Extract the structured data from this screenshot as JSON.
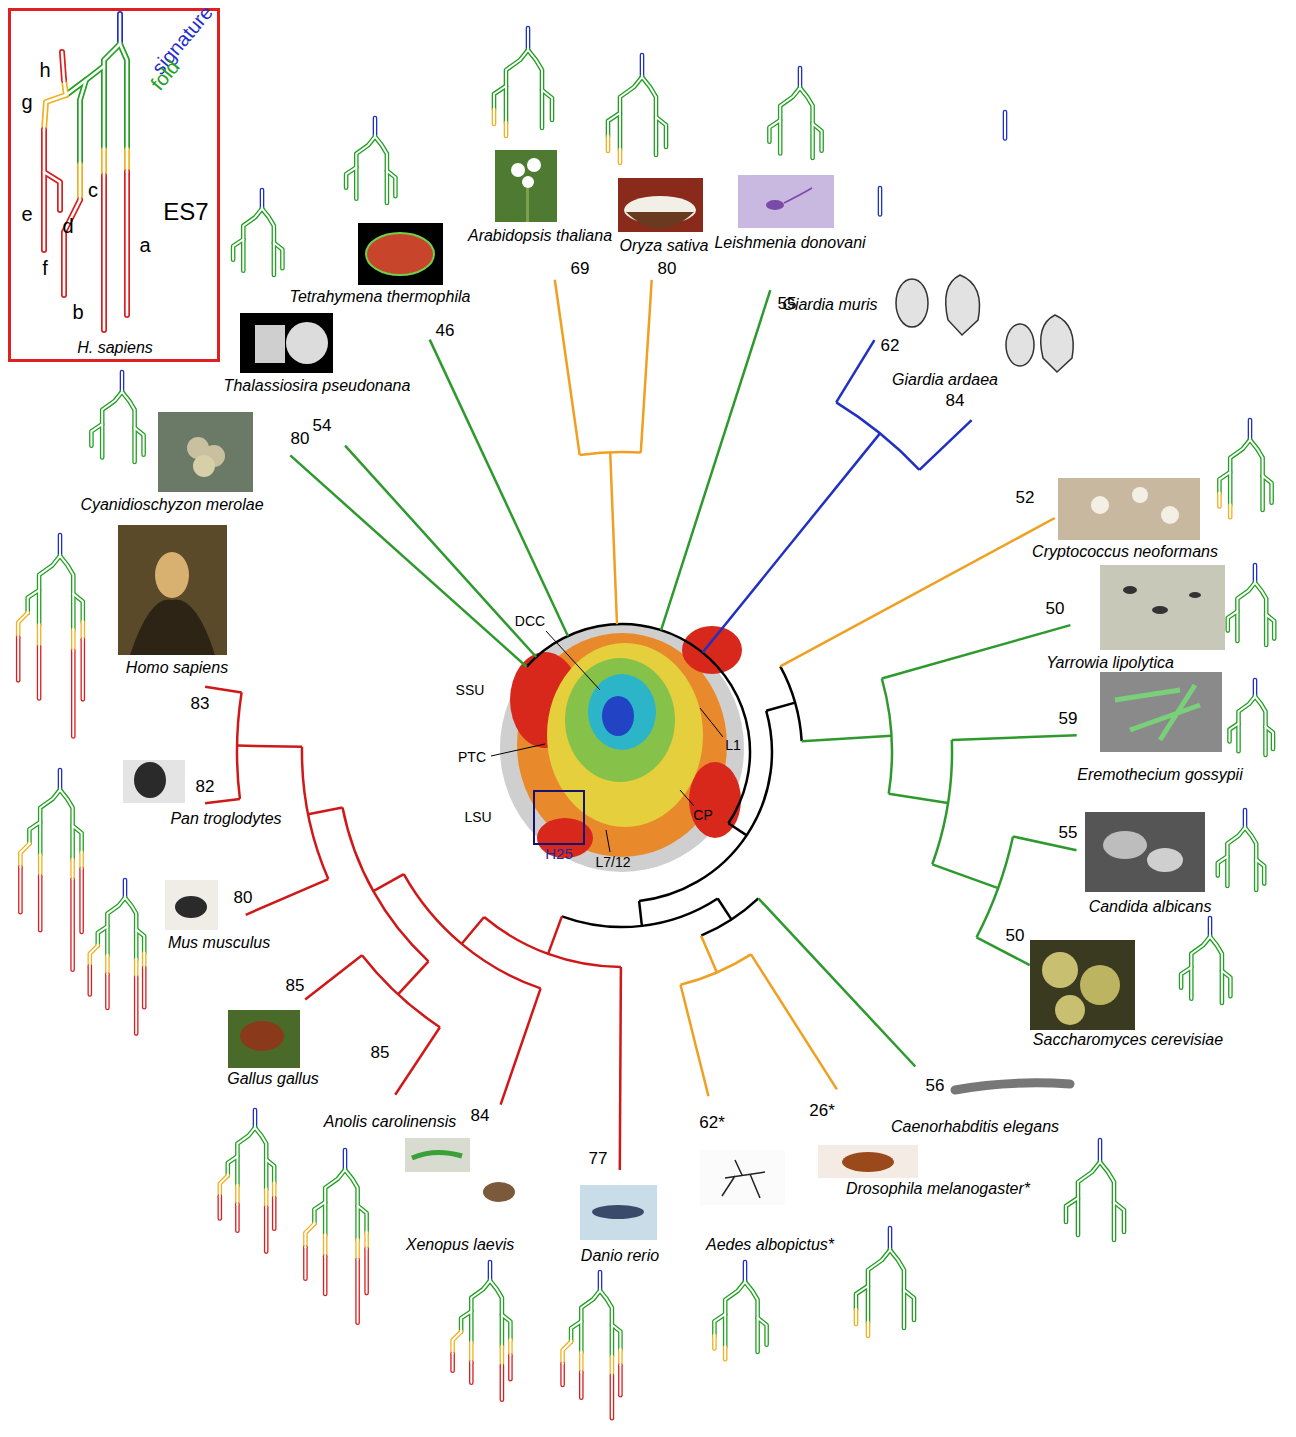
{
  "diagram": {
    "nodes": [
      {
        "text": [
          "ES7",
          "H. sapiens"
        ]
      },
      {
        "text": [
          "H25"
        ]
      }
    ],
    "labels": [
      "signature",
      "fold",
      "h",
      "g",
      "c",
      "e",
      "d",
      "f",
      "a",
      "b",
      "Tetrahymena thermophila",
      "Arabidopsis thaliana",
      "Oryza sativa",
      "Leishmenia donovani",
      "Giardia muris",
      "Giardia ardaea",
      "Thalassiosira pseudonana",
      "Cyanidioschyzon merolae",
      "Homo sapiens",
      "Pan troglodytes",
      "Mus musculus",
      "Gallus gallus",
      "Anolis carolinensis",
      "Xenopus laevis",
      "Danio rerio",
      "Aedes albopictus*",
      "Drosophila melanogaster*",
      "Caenorhabditis elegans",
      "Saccharomyces cerevisiae",
      "Candida albicans",
      "Eremothecium gossypii",
      "Yarrowia lipolytica",
      "Cryptococcus neoformans",
      "46",
      "69",
      "80",
      "55",
      "62",
      "84",
      "54",
      "80",
      "83",
      "82",
      "80",
      "85",
      "85",
      "84",
      "77",
      "62*",
      "26*",
      "56",
      "50",
      "55",
      "59",
      "50",
      "52",
      "SSU",
      "LSU",
      "DCC",
      "PTC",
      "L1",
      "CP",
      "L7/12"
    ]
  }
}
